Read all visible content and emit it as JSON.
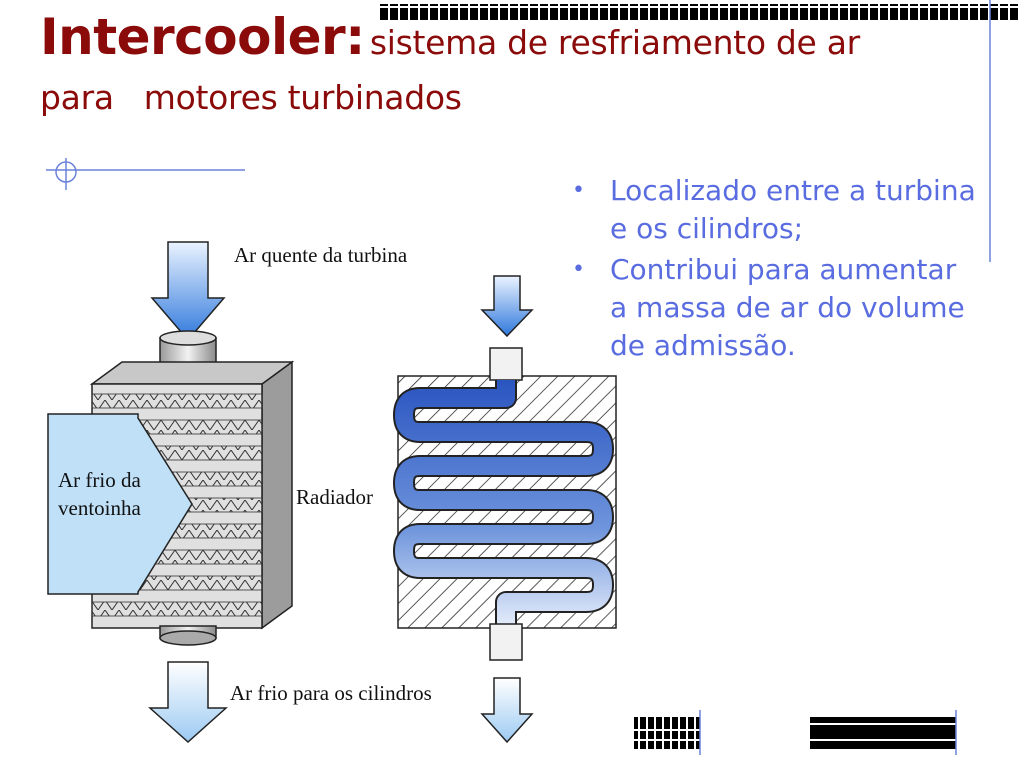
{
  "slide": {
    "title_strong": "Intercooler:",
    "title_rest": "sistema de resfriamento de ar",
    "title_line2_a": "para",
    "title_line2_b": "motores turbinados"
  },
  "bullets": [
    {
      "line1": "Localizado entre a turbina",
      "line2": "e os cilindros;"
    },
    {
      "line1": "Contribui para aumentar",
      "line2": "a massa de ar do volume",
      "line3": "de admissão."
    }
  ],
  "diagram": {
    "label_hot_air": "Ar quente da turbina",
    "label_fan_line1": "Ar frio da",
    "label_fan_line2": "ventoinha",
    "label_radiator": "Radiador",
    "label_cold_air": "Ar frio para os cilindros"
  },
  "colors": {
    "title": "#8b0a0a",
    "bullet_text": "#5a6de0",
    "accent_line": "#6a82d8",
    "arrow_blue": "#3f86e0",
    "coil_dark": "#2a55c0"
  }
}
